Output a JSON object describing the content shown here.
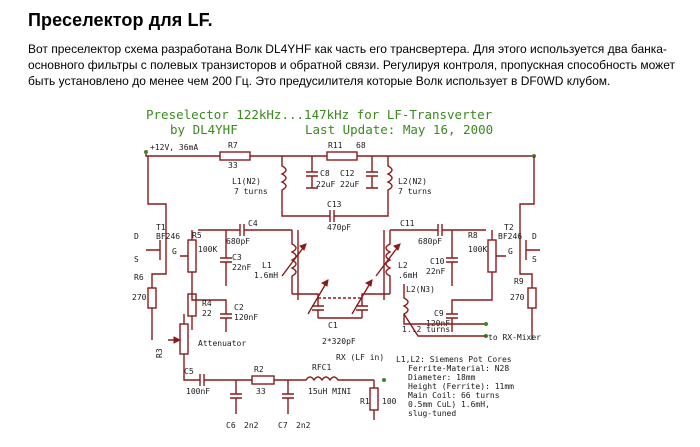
{
  "page": {
    "title": "Преселектор для LF.",
    "intro": "Вот преселектор схема разработана Волк DL4YHF как часть его трансвертера. Для этого используется два банка-основного фильтры с полевых транзисторов и обратной связи. Регулируя контроля, пропускная способность может быть установлено до менее чем 200 Гц. Это предусилителя которые Волк использует в DF0WD клубом."
  },
  "schematic": {
    "title_line1": "Preselector 122kHz...147kHz for LF-Transverter",
    "title_line2_by": "by DL4YHF",
    "title_line2_update": "Last Update: May 16, 2000",
    "colors": {
      "ink": "#8b1a1a",
      "title": "#3a8a1f",
      "text": "#1a1a1a"
    },
    "labels": {
      "supply": "+12V, 36mA",
      "r7": "R7",
      "r7v": "33",
      "r11": "R11",
      "r11v": "68",
      "l1n2": "L1(N2)",
      "turns7a": "7 turns",
      "l2n2": "L2(N2)",
      "turns7b": "7 turns",
      "c8": "C8",
      "c8v": "22uF",
      "c12": "C12",
      "c12v": "22uF",
      "c13": "C13",
      "c13v": "470pF",
      "c4": "C4",
      "c4v": "680pF",
      "c11": "C11",
      "c11v": "680pF",
      "t1": "T1",
      "t1v": "BF246",
      "t2": "T2",
      "t2v": "BF246",
      "r5": "R5",
      "r5v": "100K",
      "r8": "R8",
      "r8v": "100K",
      "c3": "C3",
      "c3v": "22nF",
      "c10": "C10",
      "c10v": "22nF",
      "l1": "L1",
      "l1v": "1.6mH",
      "l2": "L2",
      "l2v": ".6mH",
      "r6": "R6",
      "r6v": "270",
      "r9": "R9",
      "r9v": "270",
      "r4": "R4",
      "r4v": "22",
      "c2": "C2",
      "c2v": "120nF",
      "c9": "C9",
      "c9v": "120nF",
      "l2n3": "L2(N3)",
      "turns12": "1..2 turns",
      "c1": "C1",
      "c1v": "2*320pF",
      "rxmixer": "to RX-Mixer",
      "attenuator": "Attenuator",
      "r3": "R3",
      "c5": "C5",
      "c5v": "100nF",
      "r2": "R2",
      "r2v": "33",
      "rfc1": "RFC1",
      "rfc1v": "15uH MINI",
      "rxin": "RX (LF in)",
      "c6": "C6",
      "c6v": "2n2",
      "c7": "C7",
      "c7v": "2n2",
      "r1": "R1",
      "r1v": "100",
      "pin_d": "D",
      "pin_g": "G",
      "pin_s": "S"
    },
    "notes": [
      "L1,L2: Siemens Pot Cores",
      "Ferrite-Material: N28",
      "Diameter: 18mm",
      "Height (Ferrite): 11mm",
      "Main Coil: 66 turns",
      "0.5mm CuL) 1.6mH,",
      "slug-tuned"
    ]
  }
}
